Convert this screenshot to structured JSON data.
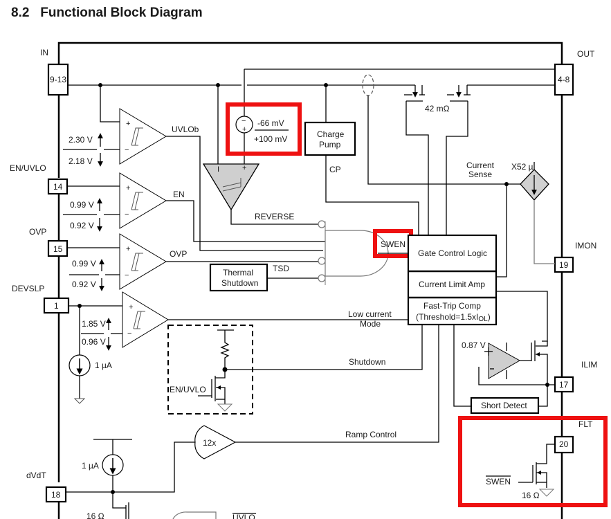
{
  "section": {
    "number": "8.2",
    "title": "Functional Block Diagram",
    "heading": "8.2   Functional Block Diagram"
  },
  "pins": {
    "in": {
      "name": "IN",
      "number": "9-13"
    },
    "out": {
      "name": "OUT",
      "number": "4-8"
    },
    "en_uvlo": {
      "name": "EN/UVLO",
      "number": "14"
    },
    "ovp": {
      "name": "OVP",
      "number": "15"
    },
    "devslp": {
      "name": "DEVSLP",
      "number": "1"
    },
    "imon": {
      "name": "IMON",
      "number": "19"
    },
    "ilim": {
      "name": "ILIM",
      "number": "17"
    },
    "flt": {
      "name": "FLT",
      "number": "20"
    },
    "dvdt": {
      "name": "dVdT",
      "number": "18"
    }
  },
  "comparators": {
    "uvlo": {
      "output": "UVLOb",
      "th_rise": "2.30 V",
      "th_fall": "2.18 V"
    },
    "en": {
      "output": "EN",
      "th_rise": "0.99 V",
      "th_fall": "0.92 V"
    },
    "ovp": {
      "output": "OVP",
      "th_rise": "0.99 V",
      "th_fall": "0.92 V"
    },
    "devslp": {
      "th_rise": "1.85 V",
      "th_fall": "0.96 V"
    }
  },
  "reverse_comp": {
    "offset_neg": "-66 mV",
    "offset_pos": "+100 mV",
    "output": "REVERSE",
    "minus": "I",
    "plus": "+"
  },
  "blocks": {
    "charge_pump": {
      "line1": "Charge",
      "line2": "Pump",
      "output": "CP"
    },
    "thermal": {
      "line1": "Thermal",
      "line2": "Shutdown",
      "output": "TSD"
    },
    "gate_control": "Gate Control Logic",
    "current_limit": "Current Limit Amp",
    "fast_trip": {
      "line1": "Fast-Trip Comp",
      "line2_prefix": "(Threshold=1.5xI",
      "line2_sub": "OL",
      "line2_suffix": ")"
    },
    "short_detect": "Short Detect"
  },
  "signals": {
    "swen": "SWEN",
    "swen_bar": "SWEN",
    "fet_resistance": "42 mΩ",
    "current_sense": {
      "line1": "Current",
      "line2": "Sense"
    },
    "sense_gain": "X52 µ",
    "low_current": {
      "line1": "Low current",
      "line2": "Mode"
    },
    "shutdown": "Shutdown",
    "ramp_control": "Ramp Control",
    "ilim_ref": "0.87 V",
    "flt_res": "16 Ω",
    "dvdt_res": "16 Ω",
    "devslp_current": "1 µA",
    "dvdt_current": "1 µA",
    "gain_12x": "12x",
    "en_uvlo_internal": "EN/UVLO",
    "uvlo_bar": "UVLO",
    "plus": "+",
    "minus": "−"
  },
  "highlight_color": "#ee1111"
}
